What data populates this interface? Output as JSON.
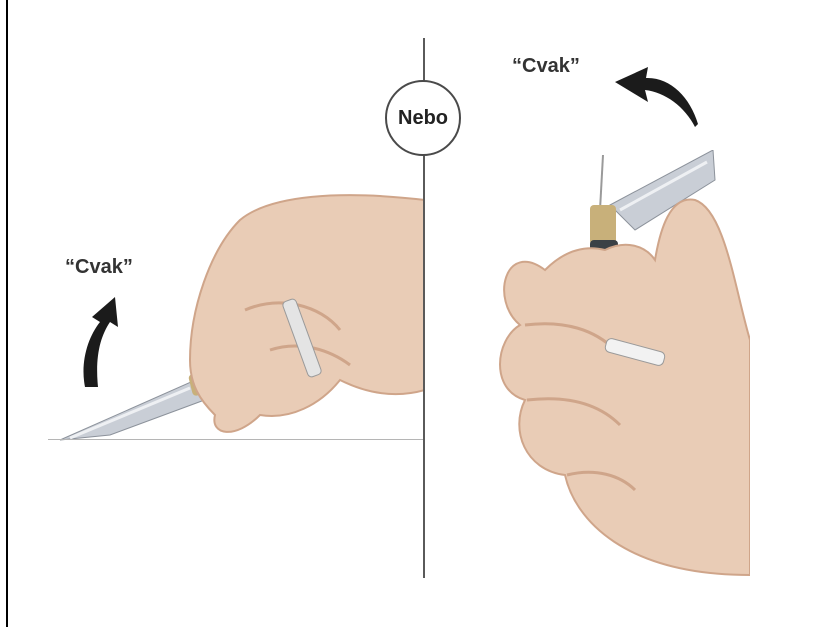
{
  "figure": {
    "or_label": "Nebo",
    "left_panel": {
      "sound_label": "“Cvak”",
      "arrow_icon": "curved-arrow-up-icon",
      "hand_icon": "hand-pressing-cap-on-flat-surface-icon"
    },
    "right_panel": {
      "sound_label": "“Cvak”",
      "arrow_icon": "curved-arrow-up-left-icon",
      "hand_icon": "hand-thumb-flipping-cap-icon"
    }
  },
  "colors": {
    "skin": "#e9ccb6",
    "skin_shadow": "#cfa58a",
    "arrow": "#1b1b1b",
    "shield": "#c9ced6",
    "hub": "#c8b07a",
    "syringe_barrel": "#dfe3e7"
  }
}
